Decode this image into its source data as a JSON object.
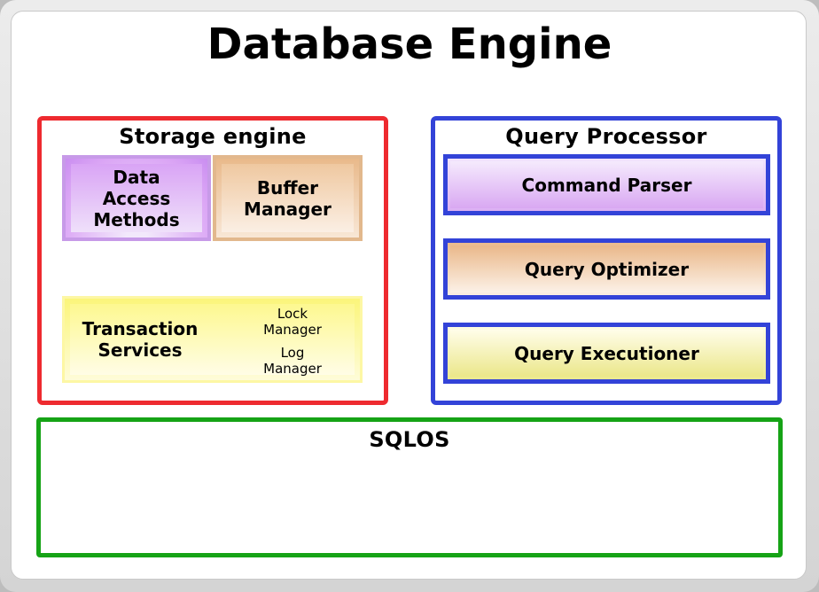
{
  "title": "Database Engine",
  "storage_engine": {
    "title": "Storage engine",
    "data_access_methods": [
      "Data",
      "Access",
      "Methods"
    ],
    "buffer_manager": [
      "Buffer",
      "Manager"
    ],
    "transaction_services": [
      "Transaction",
      "Services"
    ],
    "lock_manager": [
      "Lock",
      "Manager"
    ],
    "log_manager": [
      "Log",
      "Manager"
    ]
  },
  "query_processor": {
    "title": "Query Processor",
    "command_parser": "Command Parser",
    "query_optimizer": "Query Optimizer",
    "query_executioner": "Query Executioner"
  },
  "sqlos": {
    "title": "SQLOS"
  },
  "colors": {
    "storage_border": "#ee2a2f",
    "query_border": "#3343d8",
    "sqlos_border": "#16a316"
  }
}
